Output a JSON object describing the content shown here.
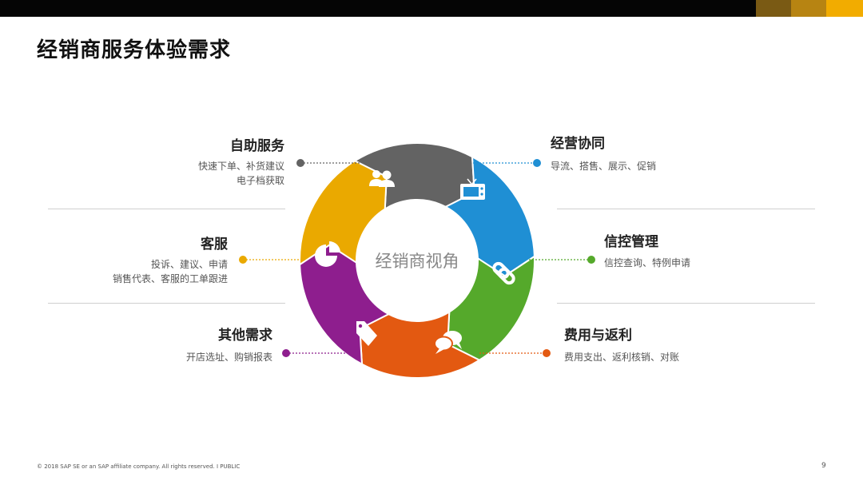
{
  "header": {
    "title": "经销商服务体验需求"
  },
  "center": {
    "label": "经销商视角"
  },
  "items": [
    {
      "label": "自助服务",
      "lines": [
        "快速下单、补货建议",
        "电子档获取"
      ],
      "icon": "users-icon",
      "color": "#636363"
    },
    {
      "label": "经营协同",
      "lines": [
        "导流、搭售、展示、促销"
      ],
      "icon": "tv-icon",
      "color": "#1f8fd4"
    },
    {
      "label": "信控管理",
      "lines": [
        "信控查询、特例申请"
      ],
      "icon": "link-icon",
      "color": "#55a92b"
    },
    {
      "label": "费用与返利",
      "lines": [
        "费用支出、返利核销、对账"
      ],
      "icon": "chat-icon",
      "color": "#e35911"
    },
    {
      "label": "其他需求",
      "lines": [
        "开店选址、购销报表"
      ],
      "icon": "tag-icon",
      "color": "#8e1e8e"
    },
    {
      "label": "客服",
      "lines": [
        "投诉、建议、申请",
        "销售代表、客服的工单跟进"
      ],
      "icon": "pie-chart-icon",
      "color": "#eaa900"
    }
  ],
  "footer": {
    "copyright": "© 2018 SAP SE or an SAP affiliate company. All rights reserved.  I  PUBLIC",
    "page": "9"
  }
}
